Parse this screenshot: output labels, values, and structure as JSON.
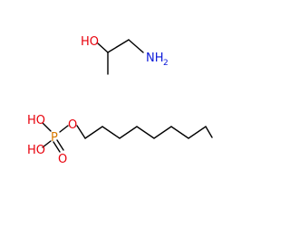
{
  "atoms": {
    "hydroxyl": "HO",
    "amine": "NH",
    "amine_sub": "2",
    "phos_oh_top": "HO",
    "phos_oh_bottom": "HO",
    "phosphorus": "P",
    "phos_oxo": "O",
    "ester_oxygen": "O"
  },
  "colors": {
    "bond": "#000000",
    "oxygen": "#e8000b",
    "nitrogen": "#0b19d9",
    "phosphorus": "#d97a00"
  }
}
